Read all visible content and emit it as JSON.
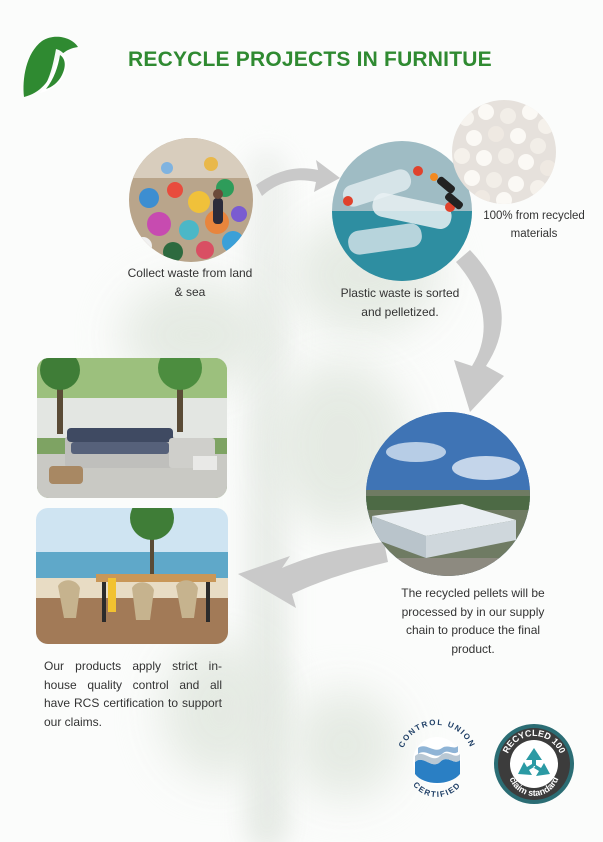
{
  "page": {
    "title": "RECYCLE PROJECTS IN FURNITUE"
  },
  "steps": {
    "collect": "Collect waste from land & sea",
    "sorted": "Plastic waste is sorted and pelletized.",
    "recycled": "100% from recycled materials",
    "processed": "The recycled pellets will be processed by in our supply chain to produce the final product.",
    "quality": "Our products apply strict in-house quality control and all have RCS certification to support our claims."
  },
  "certifications": {
    "control_union_top": "CONTROL UNION",
    "control_union_bottom": "CERTIFIED",
    "recycled_top": "RECYCLED 100",
    "recycled_bottom": "claim standard"
  },
  "colors": {
    "brand_green": "#2f8a31",
    "arrow_gray": "#c9c9c9"
  }
}
